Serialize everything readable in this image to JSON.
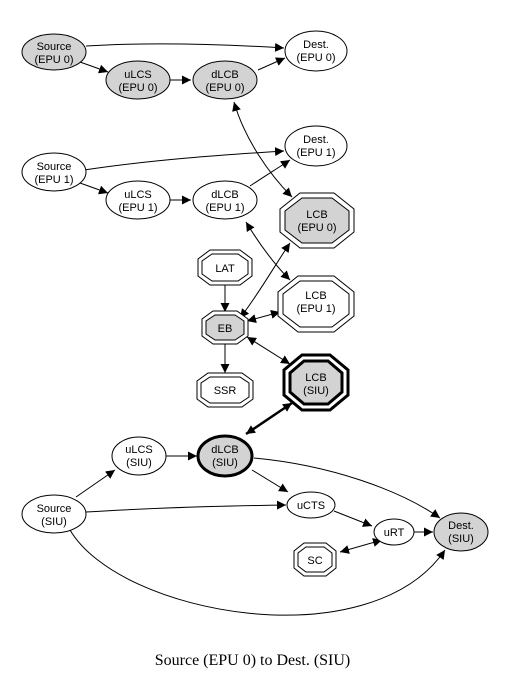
{
  "colors": {
    "fill_gray": "#d3d3d3",
    "fill_white": "#ffffff",
    "stroke": "#000000"
  },
  "nodes": {
    "source_epu0": {
      "line1": "Source",
      "line2": "(EPU 0)"
    },
    "ulcs_epu0": {
      "line1": "uLCS",
      "line2": "(EPU 0)"
    },
    "dlcb_epu0": {
      "line1": "dLCB",
      "line2": "(EPU 0)"
    },
    "dest_epu0": {
      "line1": "Dest.",
      "line2": "(EPU 0)"
    },
    "source_epu1": {
      "line1": "Source",
      "line2": "(EPU 1)"
    },
    "ulcs_epu1": {
      "line1": "uLCS",
      "line2": "(EPU 1)"
    },
    "dlcb_epu1": {
      "line1": "dLCB",
      "line2": "(EPU 1)"
    },
    "dest_epu1": {
      "line1": "Dest.",
      "line2": "(EPU 1)"
    },
    "lcb_epu0": {
      "line1": "LCB",
      "line2": "(EPU 0)"
    },
    "lcb_epu1": {
      "line1": "LCB",
      "line2": "(EPU 1)"
    },
    "lat": {
      "line1": "LAT"
    },
    "eb": {
      "line1": "EB"
    },
    "ssr": {
      "line1": "SSR"
    },
    "lcb_siu": {
      "line1": "LCB",
      "line2": "(SIU)"
    },
    "ulcs_siu": {
      "line1": "uLCS",
      "line2": "(SIU)"
    },
    "dlcb_siu": {
      "line1": "dLCB",
      "line2": "(SIU)"
    },
    "source_siu": {
      "line1": "Source",
      "line2": "(SIU)"
    },
    "ucts": {
      "line1": "uCTS"
    },
    "urt": {
      "line1": "uRT"
    },
    "sc": {
      "line1": "SC"
    },
    "dest_siu": {
      "line1": "Dest.",
      "line2": "(SIU)"
    }
  },
  "caption": "Source (EPU 0) to Dest. (SIU)"
}
